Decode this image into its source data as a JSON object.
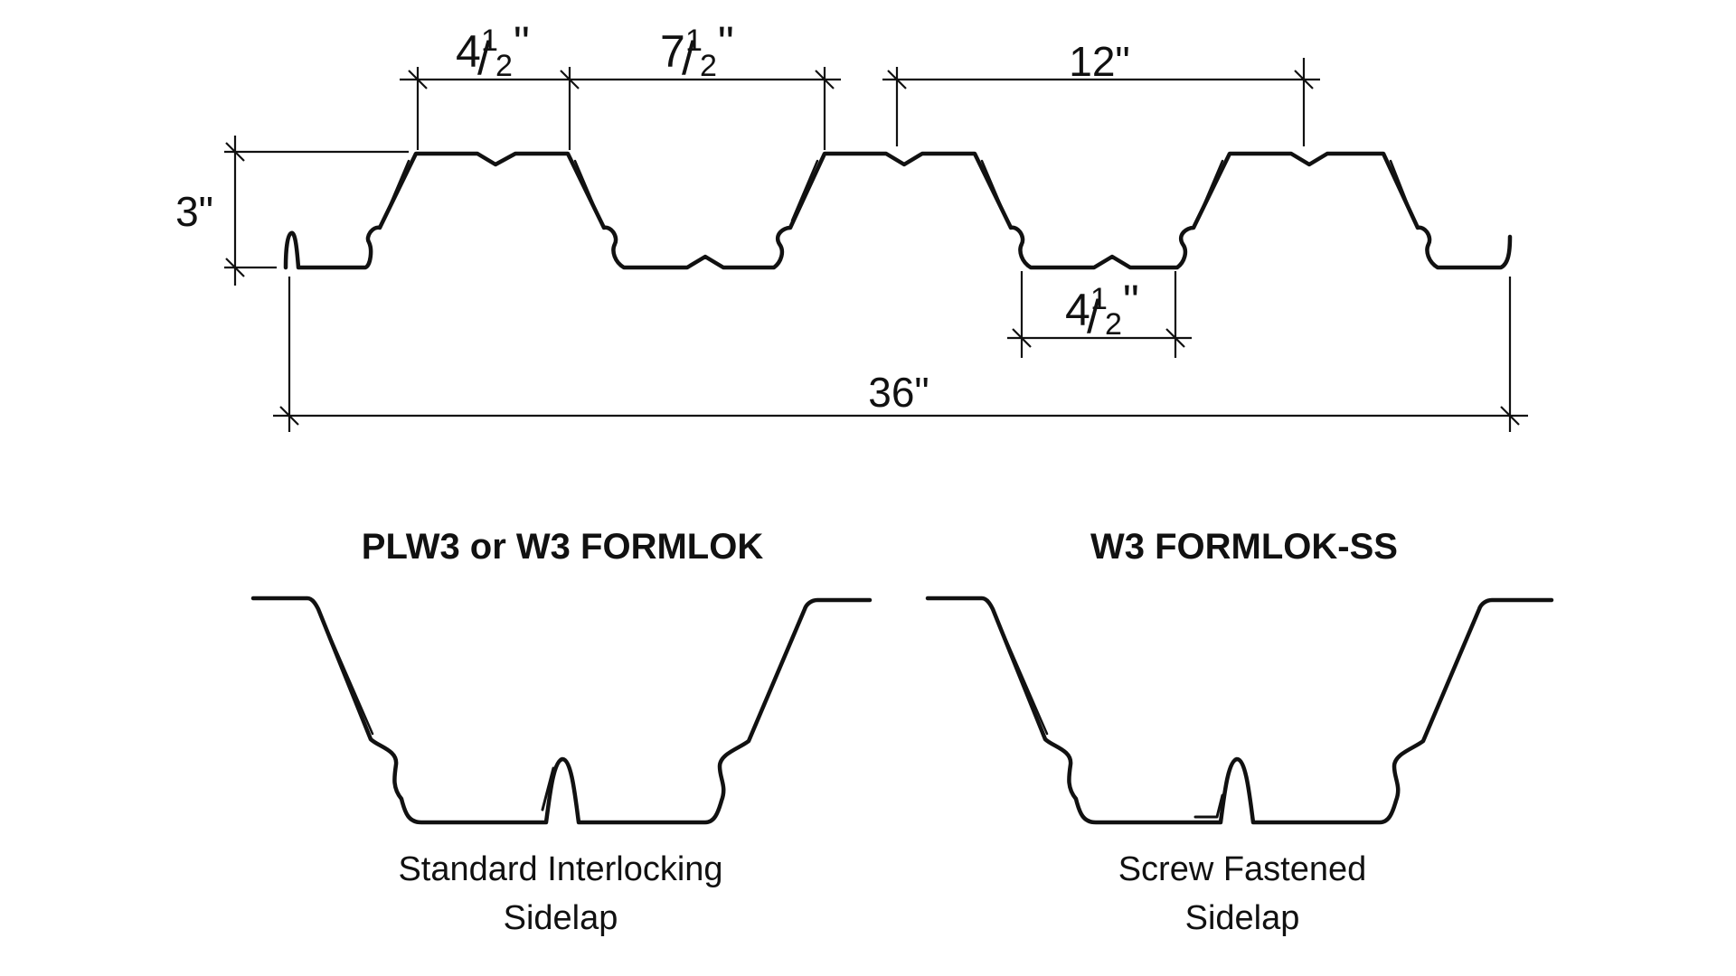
{
  "dimensions": {
    "top_flange_width": {
      "whole": "4",
      "num": "1",
      "den": "2",
      "unit": "\""
    },
    "rib_opening": {
      "whole": "7",
      "num": "1",
      "den": "2",
      "unit": "\""
    },
    "pitch": "12\"",
    "depth": "3\"",
    "bottom_flange_width": {
      "whole": "4",
      "num": "1",
      "den": "2",
      "unit": "\""
    },
    "cover_width": "36\""
  },
  "details": [
    {
      "title": "PLW3 or W3 FORMLOK",
      "caption_line1": "Standard Interlocking",
      "caption_line2": "Sidelap"
    },
    {
      "title": "W3 FORMLOK-SS",
      "caption_line1": "Screw Fastened",
      "caption_line2": "Sidelap"
    }
  ]
}
